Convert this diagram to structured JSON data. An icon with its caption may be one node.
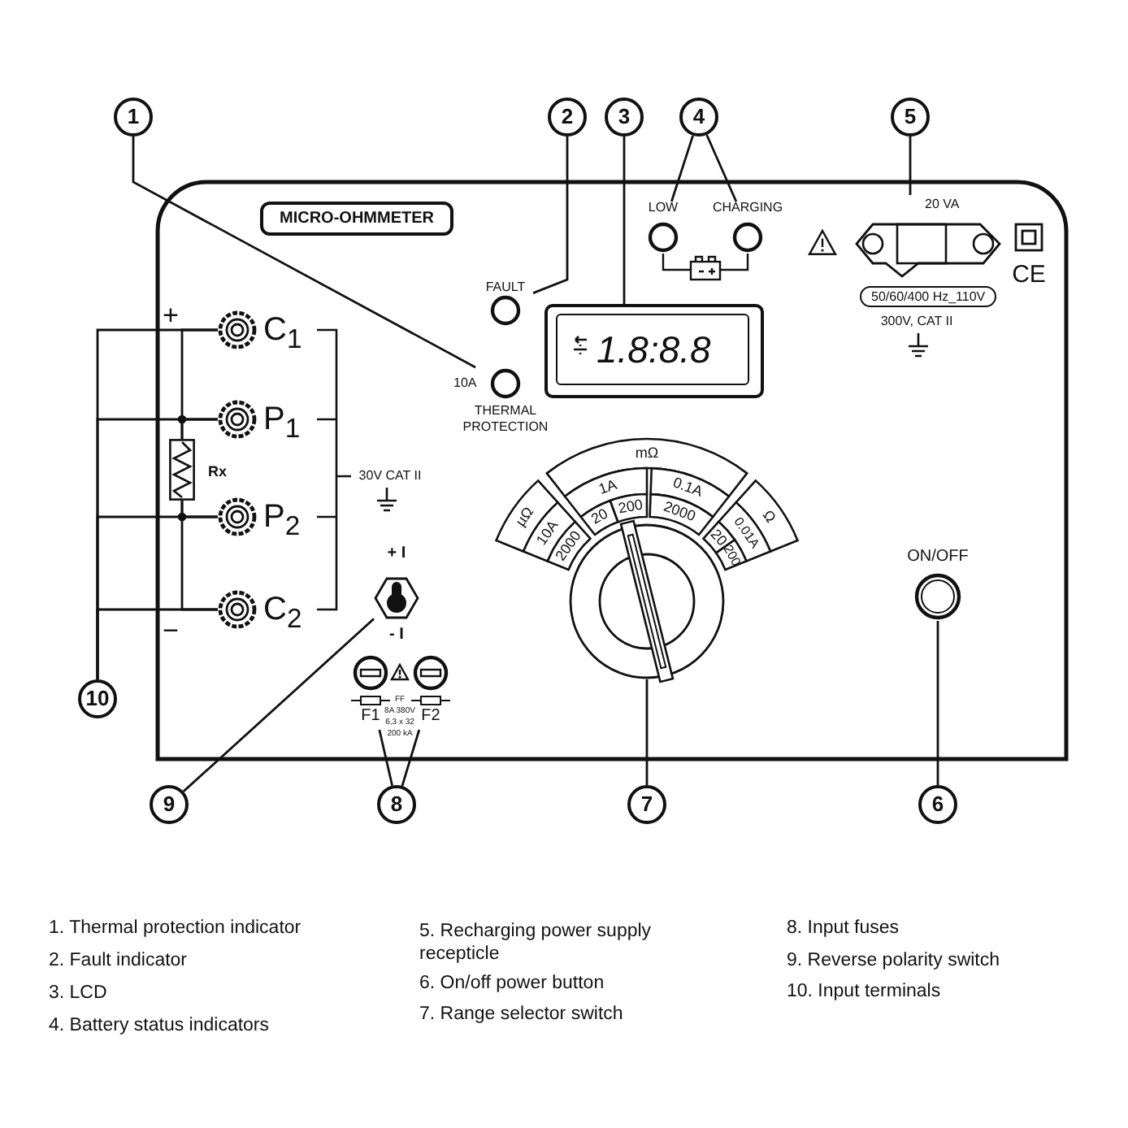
{
  "diagram": {
    "nodes": [
      {
        "text": [
          "1"
        ]
      },
      {
        "text": [
          "2"
        ]
      },
      {
        "text": [
          "3"
        ]
      },
      {
        "text": [
          "4"
        ]
      },
      {
        "text": [
          "5"
        ]
      },
      {
        "text": [
          "6"
        ]
      },
      {
        "text": [
          "7"
        ]
      },
      {
        "text": [
          "8"
        ]
      },
      {
        "text": [
          "9"
        ]
      },
      {
        "text": [
          "10"
        ]
      },
      {
        "text": [
          "MICRO-OHMMETER"
        ]
      },
      {
        "text": [],
        "shape": "circle",
        "beside": [
          "FAULT"
        ]
      },
      {
        "text": [],
        "shape": "circle",
        "beside": [
          "10A",
          "THERMAL PROTECTION"
        ]
      },
      {
        "text": [
          "1.8:8.8"
        ]
      },
      {
        "text": [],
        "shape": "circle",
        "beside": [
          "LOW"
        ]
      },
      {
        "text": [],
        "shape": "circle",
        "beside": [
          "CHARGING"
        ]
      },
      {
        "text": [],
        "shape": "box",
        "beside": [
          "20 VA"
        ]
      },
      {
        "text": [
          "50/60/400 Hz_110V"
        ]
      },
      {
        "text": [],
        "shape": "circle",
        "beside": [
          "C$_{1}$"
        ]
      },
      {
        "text": [],
        "shape": "circle",
        "beside": [
          "P$_{1}$"
        ]
      },
      {
        "text": [],
        "shape": "circle",
        "beside": [
          "P$_{2}$"
        ]
      },
      {
        "text": [],
        "shape": "circle",
        "beside": [
          "C$_{2}$"
        ]
      },
      {
        "text": [],
        "shape": "hexagon",
        "beside": [
          "+ I",
          "- I"
        ]
      },
      {
        "text": [],
        "shape": "circle"
      },
      {
        "text": [],
        "shape": "circle",
        "beside": [
          "ON/OFF"
        ]
      },
      {
        "text": [],
        "shape": "circle",
        "beside": [
          "F1"
        ]
      },
      {
        "text": [],
        "shape": "circle",
        "beside": [
          "F2"
        ]
      },
      {
        "text": [],
        "shape": "box",
        "beside": [
          "Rx"
        ]
      }
    ],
    "edges": [
      {
        "from": 0,
        "to": 12,
        "arrow": "none"
      },
      {
        "from": 1,
        "to": 11,
        "arrow": "none"
      },
      {
        "from": 2,
        "to": 13,
        "arrow": "none"
      },
      {
        "from": 3,
        "to": 14,
        "arrow": "none"
      },
      {
        "from": 3,
        "to": 15,
        "arrow": "none"
      },
      {
        "from": 4,
        "to": 16,
        "arrow": "none"
      },
      {
        "from": 5,
        "to": 24,
        "arrow": "none"
      },
      {
        "from": 6,
        "to": 23,
        "arrow": "none"
      },
      {
        "from": 7,
        "to": 25,
        "arrow": "none"
      },
      {
        "from": 7,
        "to": 26,
        "arrow": "none"
      },
      {
        "from": 8,
        "to": 22,
        "arrow": "none"
      },
      {
        "from": 9,
        "to": 18,
        "arrow": "none"
      },
      {
        "from": 9,
        "to": 19,
        "arrow": "none"
      },
      {
        "from": 9,
        "to": 20,
        "arrow": "none"
      },
      {
        "from": 9,
        "to": 21,
        "arrow": "none"
      },
      {
        "from": 18,
        "to": 27,
        "arrow": "none"
      },
      {
        "from": 19,
        "to": 27,
        "arrow": "none"
      },
      {
        "from": 20,
        "to": 27,
        "arrow": "none"
      },
      {
        "from": 21,
        "to": 27,
        "arrow": "none"
      }
    ],
    "labels": [
      "+",
      "−",
      "30V CAT II",
      "mΩ",
      "µΩ",
      "1A",
      "0.1A",
      "Ω",
      "10A",
      "20",
      "200",
      "2000",
      "0.01A",
      "2000",
      "20",
      "200",
      "300V, CAT II",
      "CE",
      "FF",
      "8A 380V",
      "6,3 x 32",
      "200 kA",
      "1. Thermal protection indicator",
      "2. Fault indicator",
      "3. LCD",
      "4. Battery status indicators",
      "5. Recharging power supply recepticle",
      "6. On/off power button",
      "7. Range selector switch",
      "8. Input fuses",
      "9. Reverse polarity switch",
      "10. Input terminals"
    ]
  }
}
